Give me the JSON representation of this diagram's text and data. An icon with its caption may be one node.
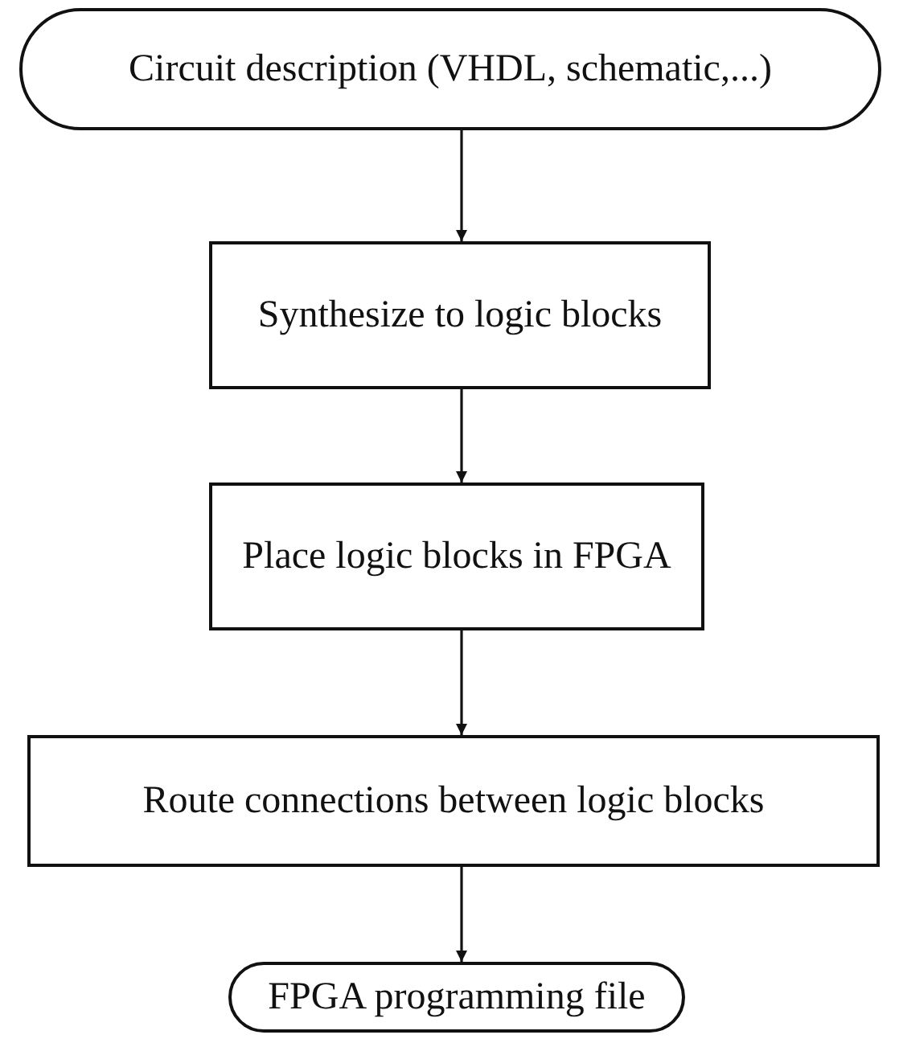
{
  "diagram": {
    "nodes": [
      {
        "text": [
          "Circuit description (VHDL, schematic,...)"
        ]
      },
      {
        "text": [
          "Synthesize to logic blocks"
        ]
      },
      {
        "text": [
          "Place logic blocks in FPGA"
        ]
      },
      {
        "text": [
          "Route connections between logic blocks"
        ]
      },
      {
        "text": [
          "FPGA programming file"
        ]
      }
    ],
    "edges": [
      {
        "from": 0,
        "to": 1,
        "arrow": "to"
      },
      {
        "from": 1,
        "to": 2,
        "arrow": "to"
      },
      {
        "from": 2,
        "to": 3,
        "arrow": "to"
      },
      {
        "from": 3,
        "to": 4,
        "arrow": "to"
      }
    ]
  }
}
